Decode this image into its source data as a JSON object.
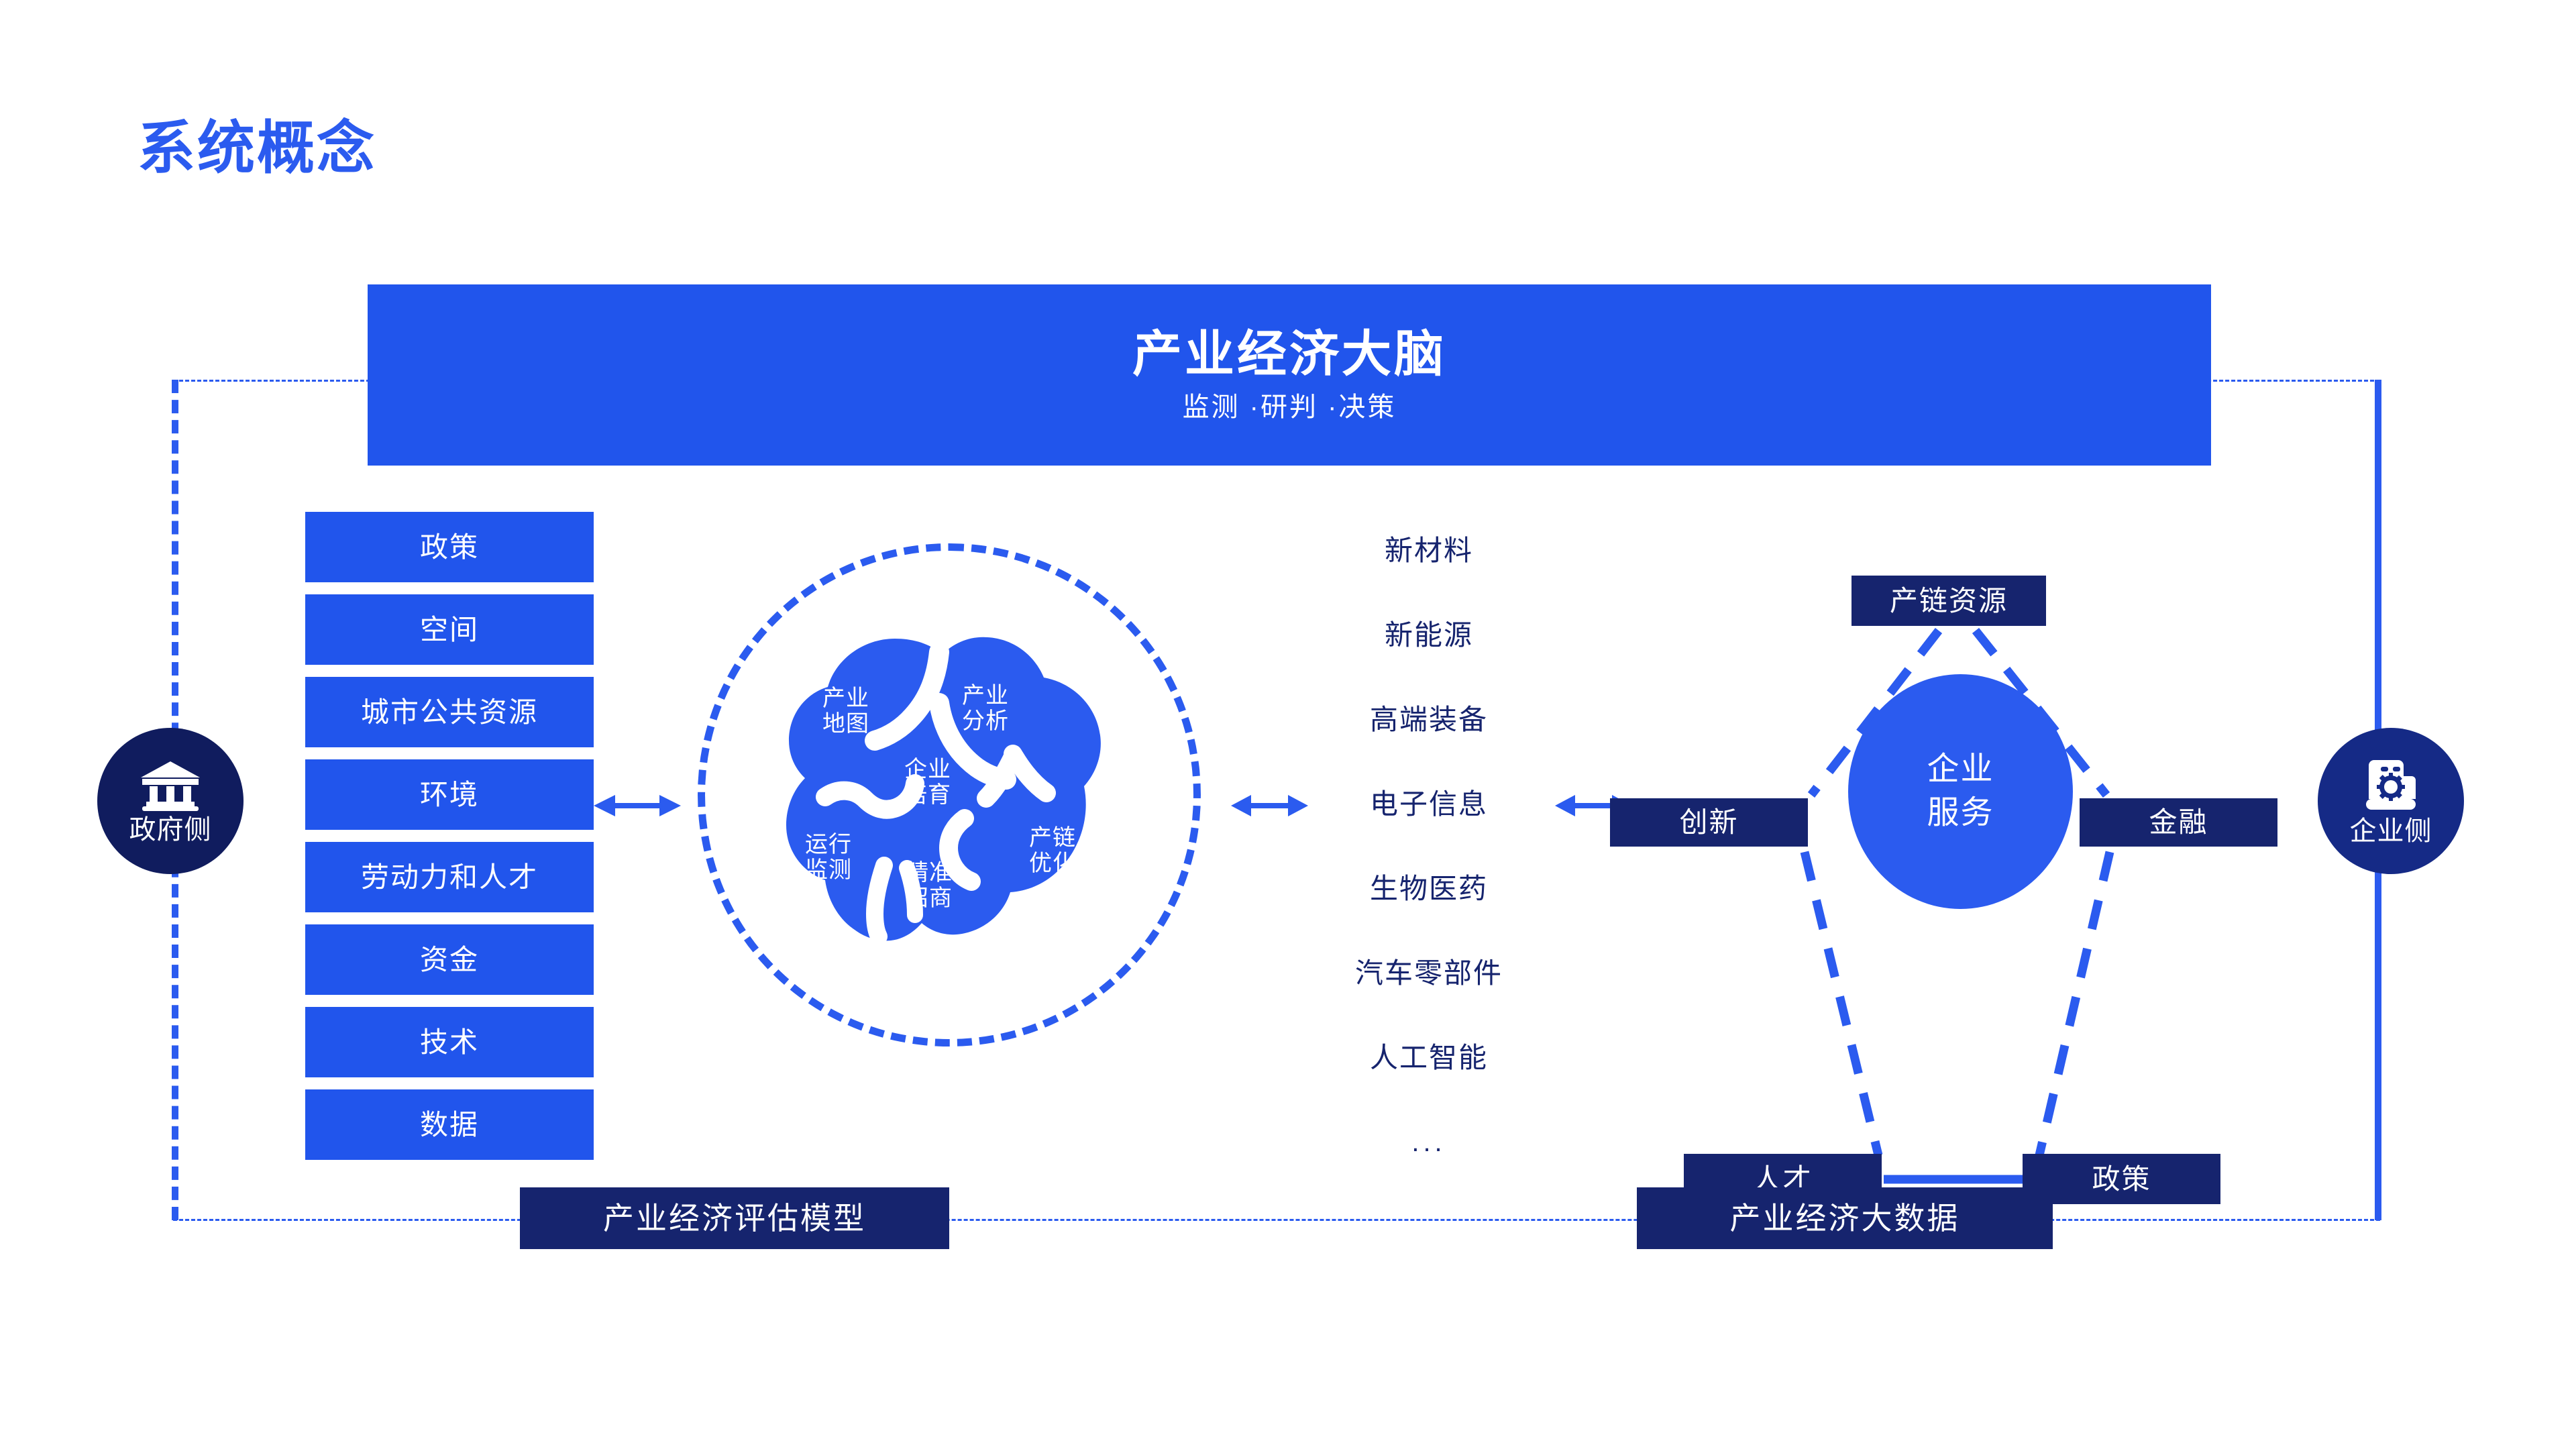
{
  "page": {
    "title": "系统概念",
    "accent_blue": "#2155EC",
    "navy": "#16246E",
    "dark_navy": "#101C5E"
  },
  "banner": {
    "title": "产业经济大脑",
    "subtitle": "监测 ·研判 ·决策"
  },
  "sides": {
    "government": {
      "label": "政府侧",
      "icon": "bank-icon"
    },
    "enterprise": {
      "label": "企业侧",
      "icon": "factory-gear-icon"
    }
  },
  "resources": {
    "items": [
      {
        "label": "政策"
      },
      {
        "label": "空间"
      },
      {
        "label": "城市公共资源"
      },
      {
        "label": "环境"
      },
      {
        "label": "劳动力和人才"
      },
      {
        "label": "资金"
      },
      {
        "label": "技术"
      },
      {
        "label": "数据"
      }
    ]
  },
  "brain": {
    "capabilities": [
      {
        "label": "产业\n地图"
      },
      {
        "label": "产业\n分析"
      },
      {
        "label": "企业\n培育"
      },
      {
        "label": "运行\n监测"
      },
      {
        "label": "精准\n招商"
      },
      {
        "label": "产链\n优化"
      }
    ]
  },
  "industries": {
    "items": [
      {
        "label": "新材料"
      },
      {
        "label": "新能源"
      },
      {
        "label": "高端装备"
      },
      {
        "label": "电子信息"
      },
      {
        "label": "生物医药"
      },
      {
        "label": "汽车零部件"
      },
      {
        "label": "人工智能"
      },
      {
        "label": "..."
      }
    ]
  },
  "service_cluster": {
    "center": "企业\n服务",
    "center_line1": "企业",
    "center_line2": "服务",
    "nodes": [
      {
        "id": "chain",
        "label": "产链资源"
      },
      {
        "id": "innovation",
        "label": "创新"
      },
      {
        "id": "finance",
        "label": "金融"
      },
      {
        "id": "talent",
        "label": "人才"
      },
      {
        "id": "policy",
        "label": "政策"
      }
    ]
  },
  "bottom_tags": {
    "model": "产业经济评估模型",
    "bigdata": "产业经济大数据"
  }
}
